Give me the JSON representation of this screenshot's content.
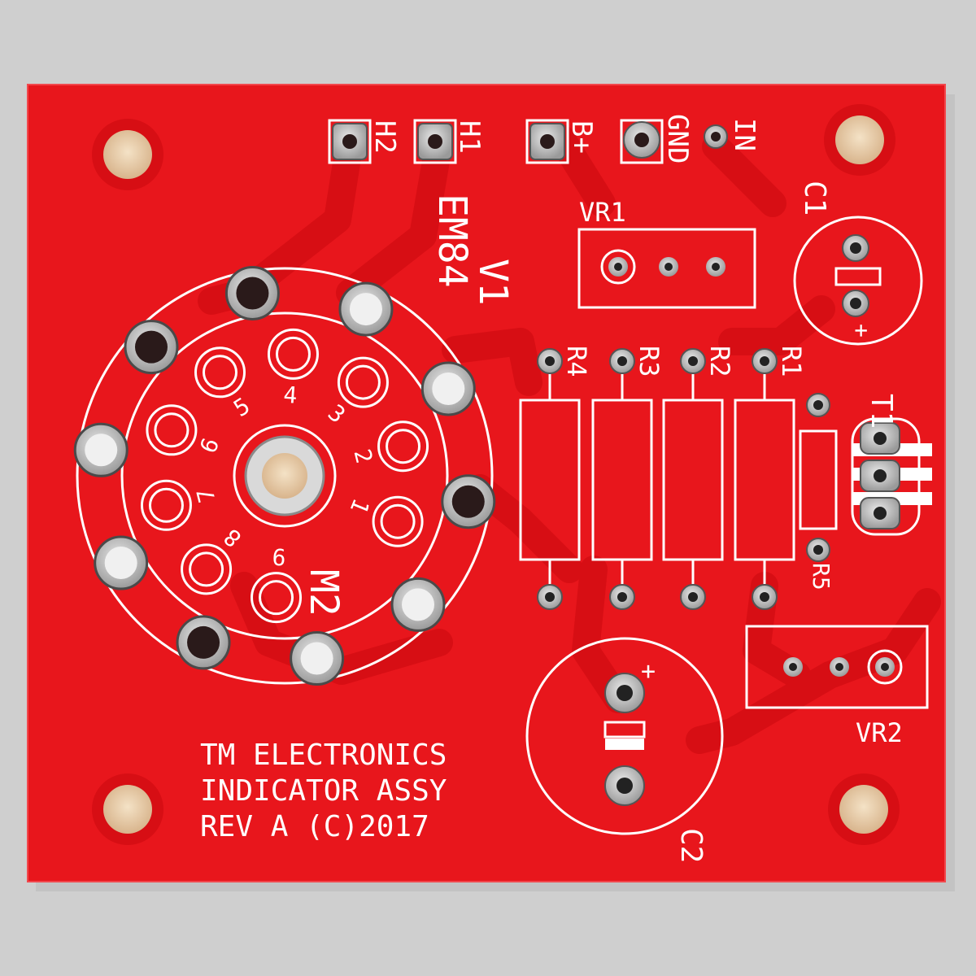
{
  "board": {
    "color": "#e8161c",
    "trace_color": "#d70e14",
    "silkscreen_color": "#ffffff",
    "pad_color": "#c9c9c9",
    "mount_hole_color": "#e4cba6",
    "background_color": "#cfcfcf"
  },
  "header": {
    "h2": "H2",
    "h1": "H1",
    "b_plus": "B+",
    "gnd": "GND",
    "in": "IN"
  },
  "tube": {
    "ref": "V1",
    "type": "EM84",
    "pins": [
      "1",
      "2",
      "3",
      "4",
      "5",
      "6",
      "7",
      "8",
      "9"
    ],
    "mount": "M2"
  },
  "resistors": {
    "r1": "R1",
    "r2": "R2",
    "r3": "R3",
    "r4": "R4",
    "r5": "R5"
  },
  "transistor": {
    "ref": "T1"
  },
  "trimmers": {
    "vr1": "VR1",
    "vr2": "VR2"
  },
  "capacitors": {
    "c1": "C1",
    "c2": "C2",
    "plus": "+"
  },
  "credits": {
    "line1": "TM ELECTRONICS",
    "line2": "INDICATOR ASSY",
    "line3": "REV A (C)2017"
  }
}
